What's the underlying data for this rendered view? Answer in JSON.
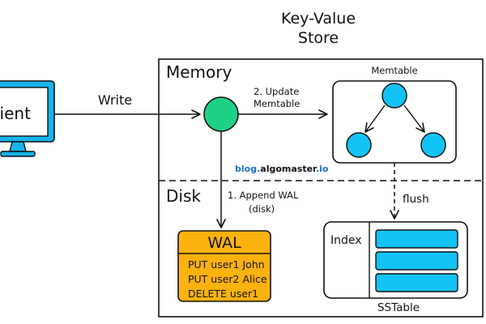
{
  "title": {
    "line1": "Key-Value",
    "line2": "Store"
  },
  "client": {
    "label": "lient"
  },
  "regions": {
    "memory": "Memory",
    "disk": "Disk"
  },
  "memtable": {
    "label": "Memtable"
  },
  "arrows": {
    "write": "Write",
    "update_line1": "2. Update",
    "update_line2": "Memtable",
    "append_line1": "1. Append WAL",
    "append_line2": "(disk)",
    "flush": "flush"
  },
  "wal": {
    "title": "WAL",
    "entries": [
      "PUT user1 John",
      "PUT user2 Alice",
      "DELETE user1"
    ]
  },
  "sstable": {
    "index_label": "Index",
    "label": "SSTable"
  },
  "watermark": {
    "prefix": "blog.",
    "brand": "algomaster",
    "suffix": ".io"
  },
  "colors": {
    "node_green": "#1fd187",
    "node_blue": "#14c3f5",
    "client_blue": "#16b4ec",
    "wal_orange": "#fcb20f",
    "watermark_blue": "#1a72c4"
  }
}
